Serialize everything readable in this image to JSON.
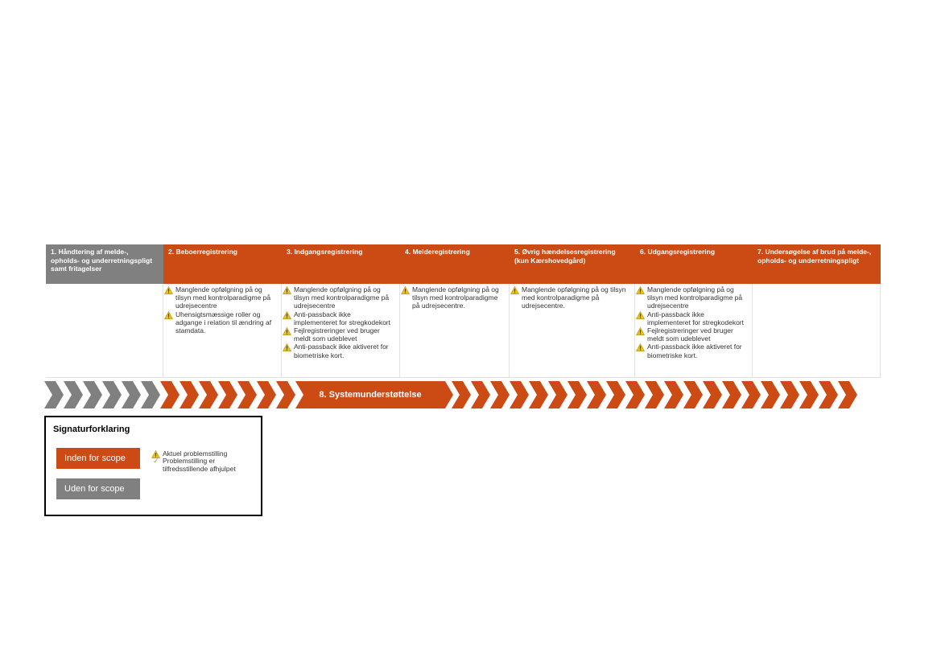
{
  "columns": [
    {
      "title": "1. Håndtering af melde-, opholds- og underretningspligt samt fritagelser",
      "scope": "out",
      "issues": []
    },
    {
      "title": "2. Beboerregistrering",
      "scope": "in",
      "issues": [
        "Manglende opfølgning på og tilsyn med kontrolparadigme på udrejsecentre",
        "Uhensigtsmæssige roller og adgange i relation til ændring af stamdata."
      ]
    },
    {
      "title": "3. Indgangsregistrering",
      "scope": "in",
      "issues": [
        "Manglende opfølgning på og tilsyn med kontrolparadigme på udrejsecentre",
        "Anti-passback ikke implementeret for stregkodekort",
        "Fejlregistreringer ved bruger meldt som udeblevet",
        "Anti-passback ikke aktiveret for biometriske kort."
      ]
    },
    {
      "title": "4. Melderegistrering",
      "scope": "in",
      "issues": [
        "Manglende opfølgning på og tilsyn med kontrolparadigme på udrejsecentre."
      ]
    },
    {
      "title": "5. Øvrig hændelsesregistrering (kun Kærshovedgård)",
      "scope": "in",
      "issues": [
        "Manglende opfølgning på og tilsyn med kontrolparadigme på udrejsecentre."
      ]
    },
    {
      "title": "6. Udgangsregistrering",
      "scope": "in",
      "issues": [
        "Manglende opfølgning på og tilsyn med kontrolparadigme på udrejsecentre",
        "Anti-passback ikke implementeret for stregkodekort",
        "Fejlregistreringer ved bruger meldt som udeblevet",
        "Anti-passback ikke aktiveret for biometriske kort."
      ]
    },
    {
      "title": "7. Undersøgelse af brud på melde-, opholds- og underretningspligt",
      "scope": "in",
      "issues": []
    }
  ],
  "banner": {
    "label": "8. Systemunderstøttelse"
  },
  "legend": {
    "title": "Signaturforklaring",
    "in_scope": "Inden for scope",
    "out_scope": "Uden for scope",
    "current_issue": "Aktuel problemstilling",
    "resolved_issue": "Problemstilling er tilfredsstillende afhjulpet"
  },
  "colors": {
    "in_scope": "#cc4a13",
    "out_scope": "#808080",
    "warning": "#e8c020",
    "resolved": "#8aa83a"
  }
}
